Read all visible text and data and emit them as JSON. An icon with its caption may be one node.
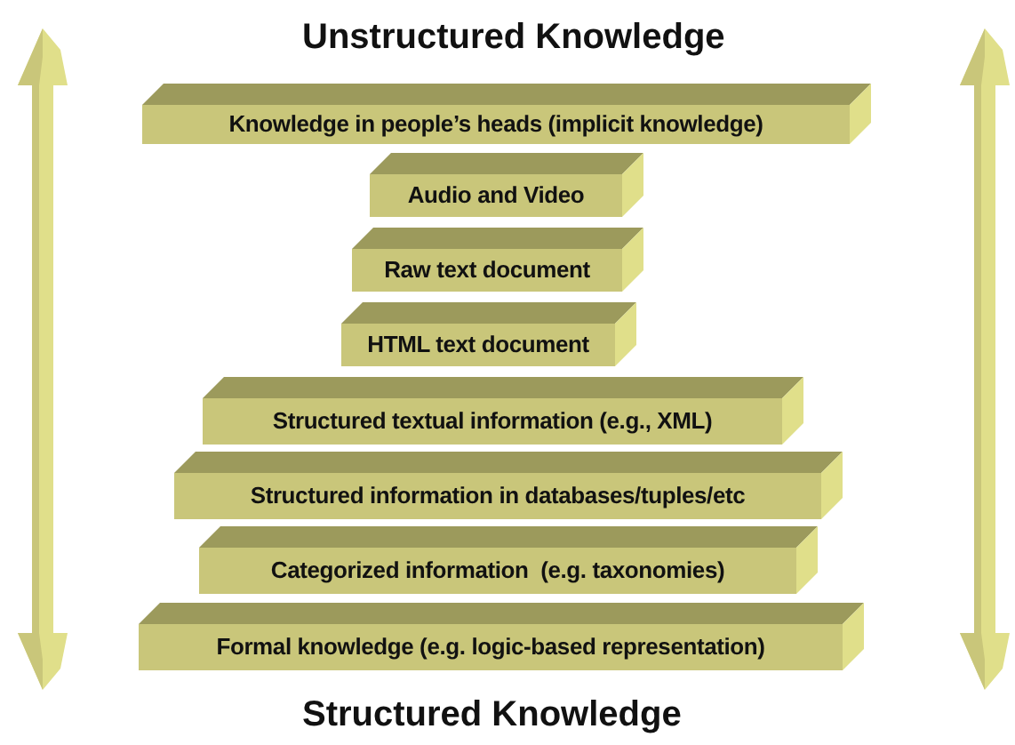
{
  "diagram": {
    "nodes": [
      {
        "text": [
          "Knowledge in people’s heads (implicit knowledge)"
        ]
      },
      {
        "text": [
          "Audio and Video"
        ]
      },
      {
        "text": [
          "Raw text document"
        ]
      },
      {
        "text": [
          "HTML text document"
        ]
      },
      {
        "text": [
          "Structured textual information (e.g., XML)"
        ]
      },
      {
        "text": [
          "Structured information in databases/tuples/etc"
        ]
      },
      {
        "text": [
          "Categorized information  (e.g. taxonomies)"
        ]
      },
      {
        "text": [
          "Formal knowledge (e.g. logic-based representation)"
        ]
      }
    ],
    "labels": [
      "Unstructured Knowledge",
      "Structured Knowledge"
    ]
  }
}
